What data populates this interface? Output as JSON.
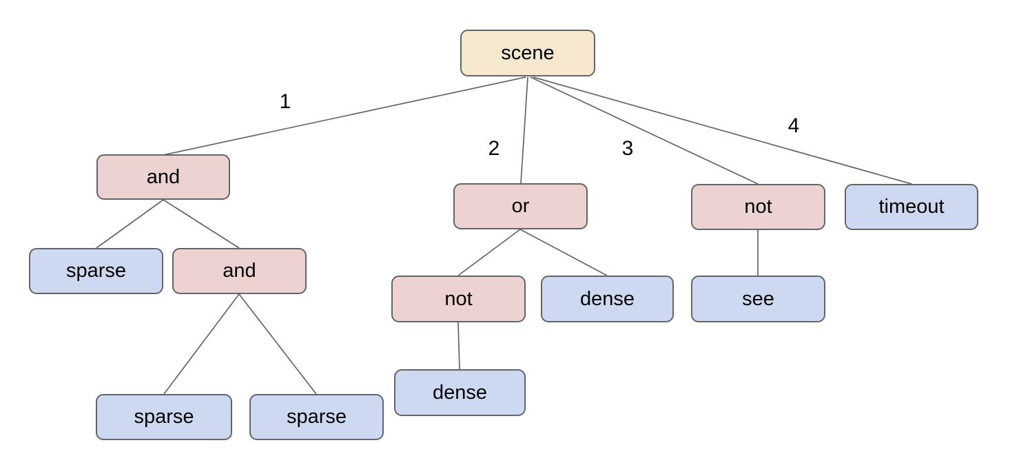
{
  "diagram": {
    "type": "tree",
    "background": "#ffffff",
    "colors": {
      "root_fill": "#f6e7cf",
      "operator_fill": "#ecd2d1",
      "leaf_fill": "#cdd9f0",
      "border": "#616569",
      "edge": "#616569",
      "text": "#000000"
    },
    "nodes": [
      {
        "id": "scene",
        "label": "scene",
        "type": "root"
      },
      {
        "id": "and-1",
        "label": "and",
        "type": "operator"
      },
      {
        "id": "or-1",
        "label": "or",
        "type": "operator"
      },
      {
        "id": "not-1",
        "label": "not",
        "type": "operator"
      },
      {
        "id": "timeout",
        "label": "timeout",
        "type": "leaf"
      },
      {
        "id": "sparse-1",
        "label": "sparse",
        "type": "leaf"
      },
      {
        "id": "and-2",
        "label": "and",
        "type": "operator"
      },
      {
        "id": "not-2",
        "label": "not",
        "type": "operator"
      },
      {
        "id": "dense-1",
        "label": "dense",
        "type": "leaf"
      },
      {
        "id": "see",
        "label": "see",
        "type": "leaf"
      },
      {
        "id": "sparse-2",
        "label": "sparse",
        "type": "leaf"
      },
      {
        "id": "sparse-3",
        "label": "sparse",
        "type": "leaf"
      },
      {
        "id": "dense-2",
        "label": "dense",
        "type": "leaf"
      }
    ],
    "edges": [
      {
        "from": "scene",
        "to": "and-1",
        "label": "1"
      },
      {
        "from": "scene",
        "to": "or-1",
        "label": "2"
      },
      {
        "from": "scene",
        "to": "not-1",
        "label": "3"
      },
      {
        "from": "scene",
        "to": "timeout",
        "label": "4"
      },
      {
        "from": "and-1",
        "to": "sparse-1",
        "label": ""
      },
      {
        "from": "and-1",
        "to": "and-2",
        "label": ""
      },
      {
        "from": "and-2",
        "to": "sparse-2",
        "label": ""
      },
      {
        "from": "and-2",
        "to": "sparse-3",
        "label": ""
      },
      {
        "from": "or-1",
        "to": "not-2",
        "label": ""
      },
      {
        "from": "or-1",
        "to": "dense-1",
        "label": ""
      },
      {
        "from": "not-2",
        "to": "dense-2",
        "label": ""
      },
      {
        "from": "not-1",
        "to": "see",
        "label": ""
      }
    ]
  }
}
